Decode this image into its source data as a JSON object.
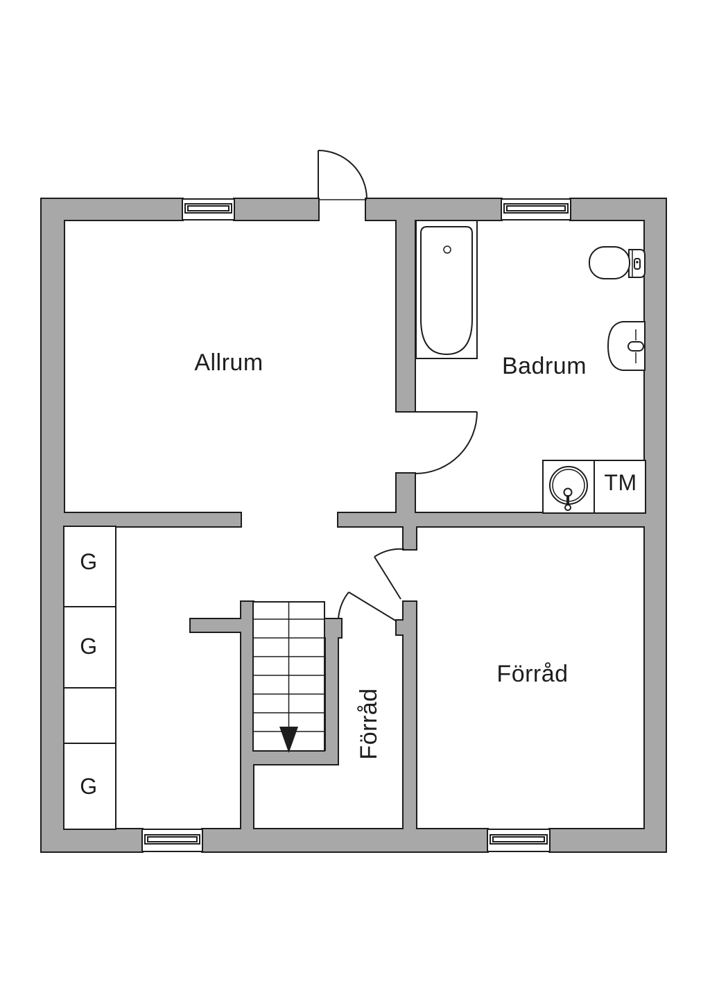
{
  "plan": {
    "type": "floor-plan",
    "labels": {
      "allrum": "Allrum",
      "badrum": "Badrum",
      "tm": "TM",
      "forrad_main": "Förråd",
      "forrad_corridor": "Förråd",
      "wardrobe_1": "G",
      "wardrobe_2": "G",
      "wardrobe_3": "G"
    },
    "colors": {
      "wall": "#a8a8a8",
      "line": "#1d1d1d",
      "floor": "#ffffff"
    },
    "symbols": [
      "bathtub-icon",
      "toilet-icon",
      "sink-icon",
      "washing-machine-icon",
      "stairs-down-arrow-icon",
      "door-swing-icon",
      "window-icon",
      "wardrobe-icon"
    ]
  }
}
